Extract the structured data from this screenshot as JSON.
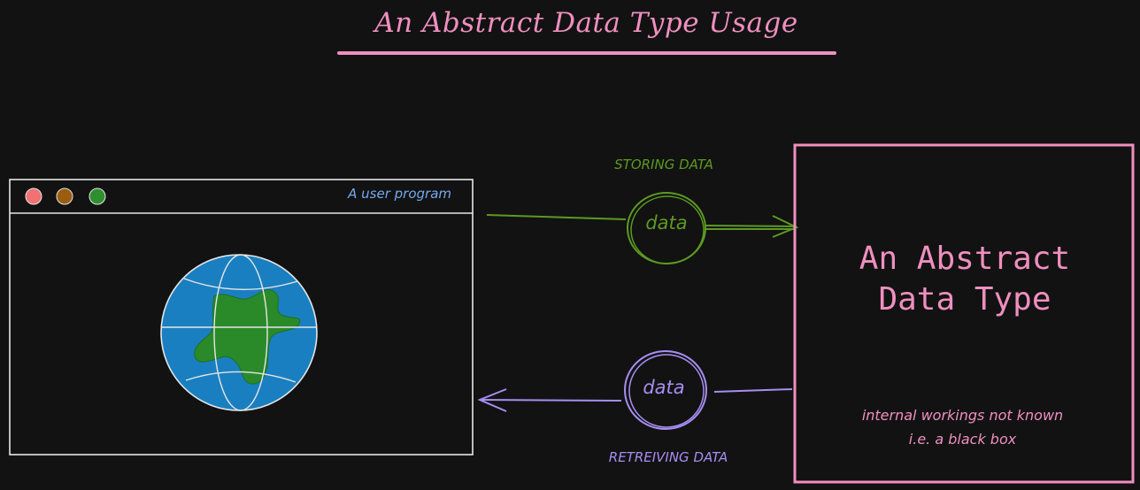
{
  "title": "An Abstract Data Type Usage",
  "user_program": {
    "label": "A user program",
    "window_buttons": [
      "close",
      "minimize",
      "maximize"
    ],
    "button_colors": {
      "close": "#f07272",
      "minimize": "#9a5d12",
      "maximize": "#2f8f2f"
    }
  },
  "arrows": {
    "storing": {
      "label": "STORING DATA",
      "bubble": "data",
      "color": "#5c9a22"
    },
    "retrieving": {
      "label": "RETREIVING DATA",
      "bubble": "data",
      "color": "#a78ef2"
    }
  },
  "adt_box": {
    "title_line1": "An Abstract",
    "title_line2": "Data Type",
    "note_line1": "internal workings not known",
    "note_line2": "i.e. a black box",
    "border_color": "#f08fbf"
  },
  "colors": {
    "background": "#121212",
    "title": "#f08fbf",
    "globe_ocean": "#1a7fc0",
    "globe_land": "#2a8a2a"
  }
}
